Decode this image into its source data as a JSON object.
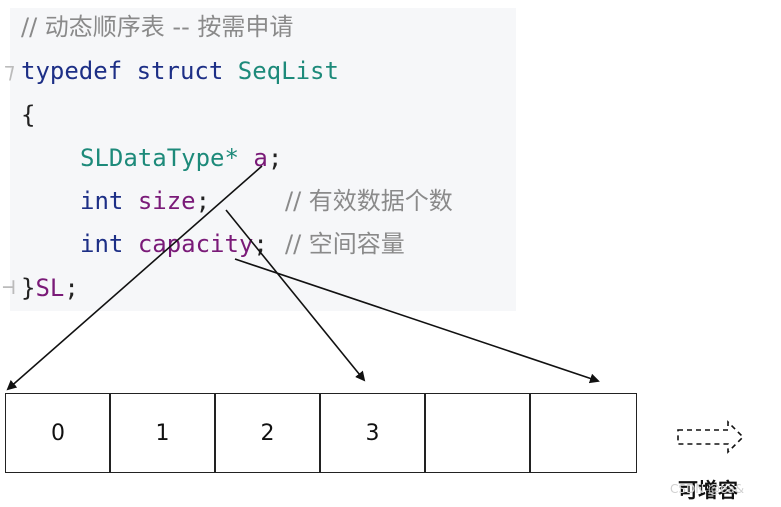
{
  "code": {
    "comment_title": "// 动态顺序表 -- 按需申请",
    "line_typedef": {
      "kw1": "typedef",
      "kw2": "struct",
      "name": "SeqList"
    },
    "open_brace": "{",
    "field_a": {
      "type": "SLDataType*",
      "name": "a",
      "end": ";"
    },
    "field_size": {
      "type": "int",
      "name": "size",
      "end": ";",
      "comment": "// 有效数据个数"
    },
    "field_capacity": {
      "type": "int",
      "name": "capacity",
      "end": ";",
      "comment": "// 空间容量"
    },
    "close": {
      "brace": "}",
      "alias": "SL",
      "end": ";"
    }
  },
  "array": {
    "cells": [
      "0",
      "1",
      "2",
      "3",
      "",
      ""
    ]
  },
  "grow_label": "可增容",
  "watermark": "CSDN @ea&"
}
